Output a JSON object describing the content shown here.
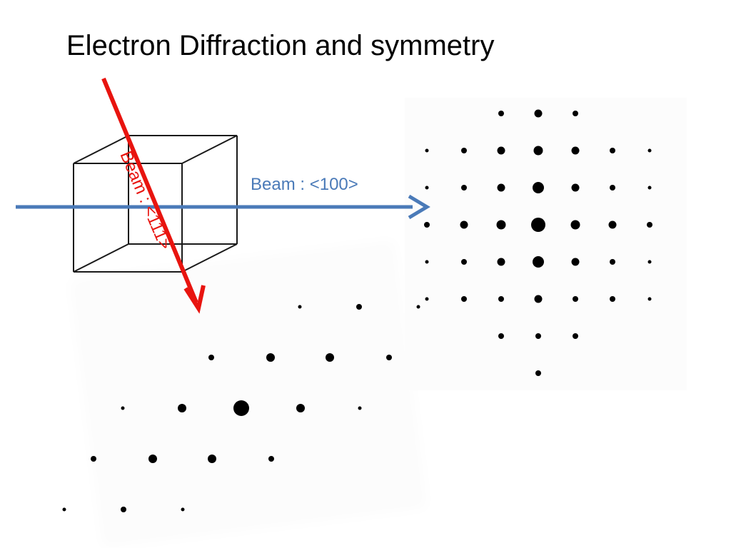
{
  "title": "Electron Diffraction and symmetry",
  "beams": [
    {
      "label": "Beam : <100>",
      "color": "#4a7ab8"
    },
    {
      "label": "Beam : <111>",
      "color": "#e8140f"
    }
  ],
  "colors": {
    "spot": "#000000",
    "cube_edge": "#1a1a1a"
  },
  "patterns": {
    "p100": {
      "rows": [
        {
          "y": 3,
          "spots": [
            {
              "x": -1,
              "s": 1
            },
            {
              "x": 0,
              "s": 2
            },
            {
              "x": 1,
              "s": 1
            }
          ]
        },
        {
          "y": 2,
          "spots": [
            {
              "x": -3,
              "s": 0
            },
            {
              "x": -2,
              "s": 1
            },
            {
              "x": -1,
              "s": 2
            },
            {
              "x": 0,
              "s": 3
            },
            {
              "x": 1,
              "s": 2
            },
            {
              "x": 2,
              "s": 1
            },
            {
              "x": 3,
              "s": 0
            }
          ]
        },
        {
          "y": 1,
          "spots": [
            {
              "x": -3,
              "s": 0
            },
            {
              "x": -2,
              "s": 1
            },
            {
              "x": -1,
              "s": 2
            },
            {
              "x": 0,
              "s": 4
            },
            {
              "x": 1,
              "s": 2
            },
            {
              "x": 2,
              "s": 1
            },
            {
              "x": 3,
              "s": 0
            }
          ]
        },
        {
          "y": 0,
          "spots": [
            {
              "x": -3,
              "s": 1
            },
            {
              "x": -2,
              "s": 2
            },
            {
              "x": -1,
              "s": 3
            },
            {
              "x": 0,
              "s": 5
            },
            {
              "x": 1,
              "s": 3
            },
            {
              "x": 2,
              "s": 2
            },
            {
              "x": 3,
              "s": 1
            }
          ]
        },
        {
          "y": -1,
          "spots": [
            {
              "x": -3,
              "s": 0
            },
            {
              "x": -2,
              "s": 1
            },
            {
              "x": -1,
              "s": 2
            },
            {
              "x": 0,
              "s": 4
            },
            {
              "x": 1,
              "s": 2
            },
            {
              "x": 2,
              "s": 1
            },
            {
              "x": 3,
              "s": 0
            }
          ]
        },
        {
          "y": -2,
          "spots": [
            {
              "x": -3,
              "s": 0
            },
            {
              "x": -2,
              "s": 1
            },
            {
              "x": -1,
              "s": 1
            },
            {
              "x": 0,
              "s": 2
            },
            {
              "x": 1,
              "s": 1
            },
            {
              "x": 2,
              "s": 1
            },
            {
              "x": 3,
              "s": 0
            }
          ]
        },
        {
          "y": -3,
          "spots": [
            {
              "x": -1,
              "s": 1
            },
            {
              "x": 0,
              "s": 1
            },
            {
              "x": 1,
              "s": 1
            }
          ]
        },
        {
          "y": -4,
          "spots": [
            {
              "x": 0,
              "s": 1
            }
          ]
        }
      ]
    },
    "p111": {
      "spots": [
        {
          "a": 0,
          "b": 0,
          "s": 5
        },
        {
          "a": 1,
          "b": 0,
          "s": 2
        },
        {
          "a": -1,
          "b": 0,
          "s": 2
        },
        {
          "a": 0,
          "b": 1,
          "s": 2
        },
        {
          "a": 0,
          "b": -1,
          "s": 2
        },
        {
          "a": 1,
          "b": -1,
          "s": 2
        },
        {
          "a": -1,
          "b": 1,
          "s": 2
        },
        {
          "a": 2,
          "b": -1,
          "s": 1
        },
        {
          "a": -2,
          "b": 1,
          "s": 1
        },
        {
          "a": 1,
          "b": 1,
          "s": 1
        },
        {
          "a": -1,
          "b": -1,
          "s": 1
        },
        {
          "a": 1,
          "b": -2,
          "s": 1
        },
        {
          "a": -1,
          "b": 2,
          "s": 1
        },
        {
          "a": 2,
          "b": 0,
          "s": 0
        },
        {
          "a": -2,
          "b": 0,
          "s": 0
        },
        {
          "a": 0,
          "b": 2,
          "s": 0
        },
        {
          "a": 0,
          "b": -2,
          "s": 0
        },
        {
          "a": 2,
          "b": -2,
          "s": 0
        },
        {
          "a": -2,
          "b": 2,
          "s": 0
        }
      ]
    }
  }
}
